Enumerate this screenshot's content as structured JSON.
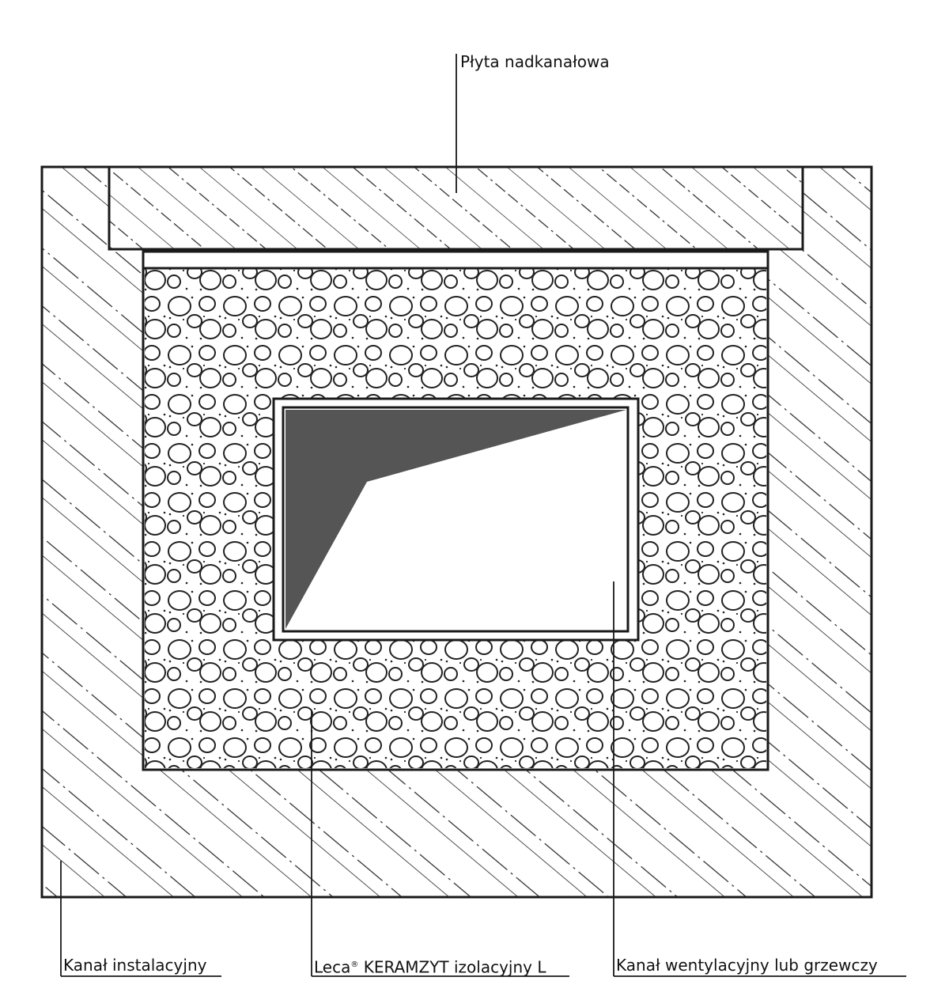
{
  "labels": {
    "top_slab": "Płyta nadkanałowa",
    "channel": "Kanał instalacyjny",
    "leca_brand": "Leca",
    "leca_mark": "®",
    "leca_rest": " KERAMZYT izolacyjny L",
    "vent": "Kanał wentylacyjny lub grzewczy"
  },
  "colors": {
    "line": "#1a1a1a",
    "duct_fill": "#555555",
    "background": "#ffffff"
  }
}
